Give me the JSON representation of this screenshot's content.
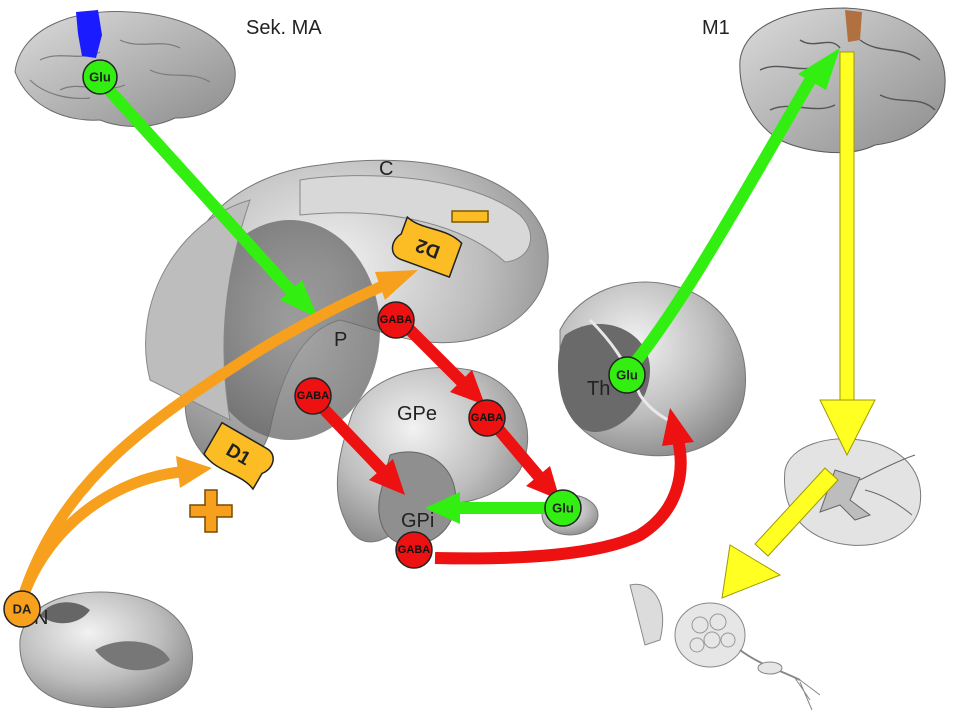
{
  "labels": {
    "sek_ma": "Sek. MA",
    "m1": "M1",
    "c": "C",
    "p": "P",
    "gpe": "GPe",
    "gpi": "GPi",
    "th": "Th",
    "n": "N"
  },
  "nodes": {
    "glu_cortex": "Glu",
    "gaba_p_upper": "GABA",
    "gaba_p_lower": "GABA",
    "gaba_gpe": "GABA",
    "glu_stn": "Glu",
    "gaba_gpi": "GABA",
    "glu_th": "Glu",
    "da": "DA"
  },
  "receptors": {
    "d1": "D1",
    "d2": "D2"
  },
  "colors": {
    "excitatory": "#33ee11",
    "inhibitory": "#ee1111",
    "dopamine": "#f7a01d",
    "motor": "#ffff22",
    "receptor_fill": "#fbbd23",
    "brain_gray": "#9a9a9a",
    "highlight_blue": "#1b1bff",
    "highlight_brown": "#b07040"
  },
  "icons": {
    "plus": "plus-icon",
    "minus": "minus-icon"
  }
}
